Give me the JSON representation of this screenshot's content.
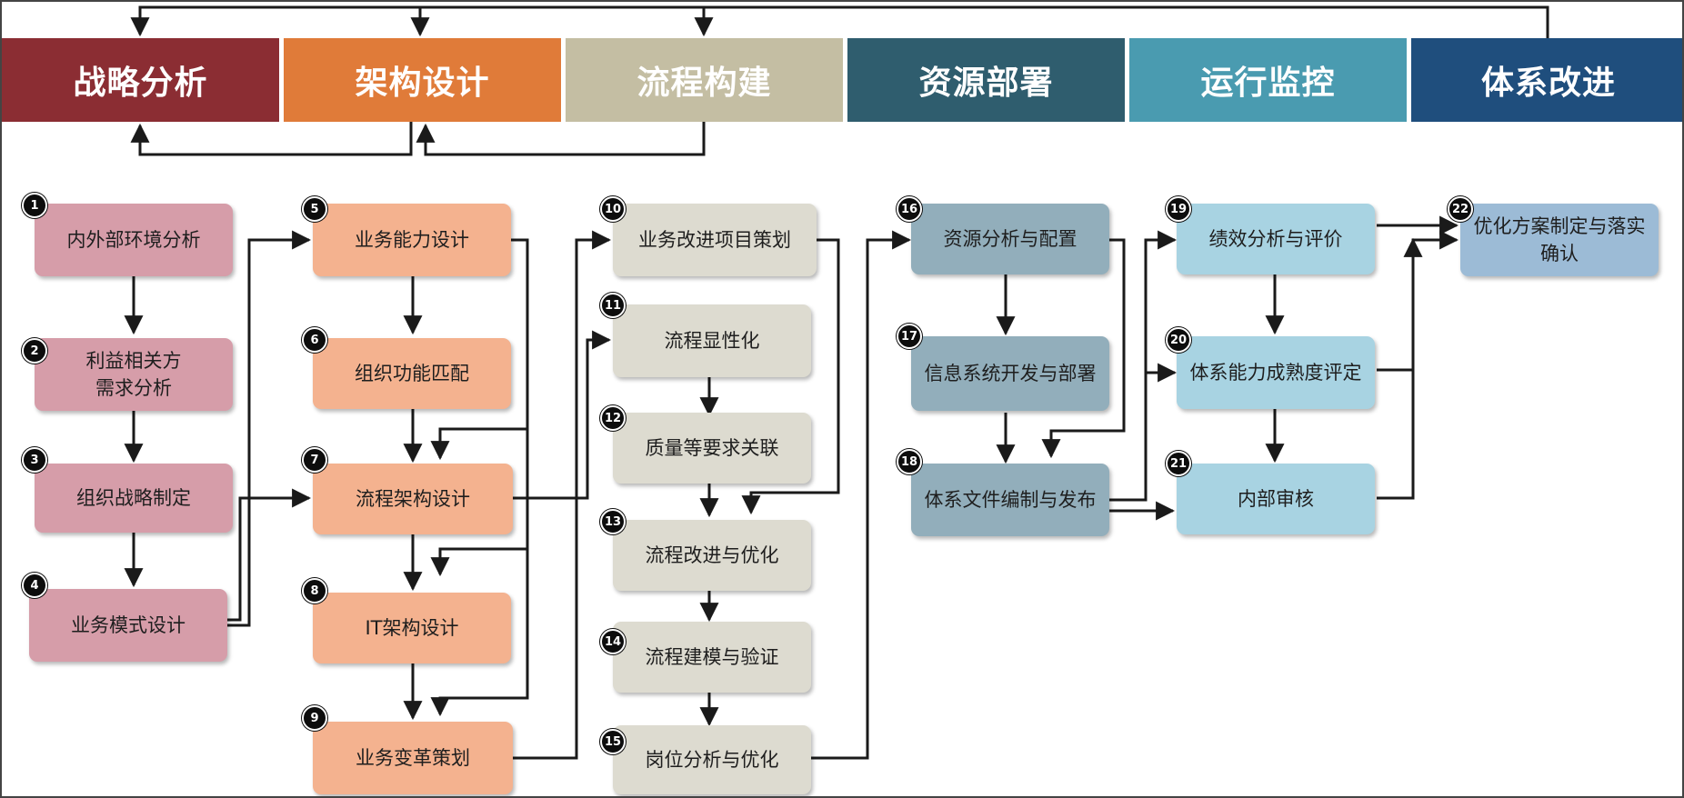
{
  "phases": [
    {
      "label": "战略分析",
      "color": "#8b2d33"
    },
    {
      "label": "架构设计",
      "color": "#e07b39"
    },
    {
      "label": "流程构建",
      "color": "#c4bea3"
    },
    {
      "label": "资源部署",
      "color": "#2f5d6e"
    },
    {
      "label": "运行监控",
      "color": "#4a9bb0"
    },
    {
      "label": "体系改进",
      "color": "#1f4e7d"
    }
  ],
  "step_colors": {
    "strategy": "#d69da9",
    "architecture": "#f4b28f",
    "process": "#dddbd0",
    "resource": "#92aebb",
    "monitor": "#a8d3e2",
    "improve": "#9cbbd6"
  },
  "steps": [
    {
      "num": "1",
      "label": "内外部环境分析"
    },
    {
      "num": "2",
      "label": "利益相关方需求分析"
    },
    {
      "num": "3",
      "label": "组织战略制定"
    },
    {
      "num": "4",
      "label": "业务模式设计"
    },
    {
      "num": "5",
      "label": "业务能力设计"
    },
    {
      "num": "6",
      "label": "组织功能匹配"
    },
    {
      "num": "7",
      "label": "流程架构设计"
    },
    {
      "num": "8",
      "label": "IT架构设计"
    },
    {
      "num": "9",
      "label": "业务变革策划"
    },
    {
      "num": "10",
      "label": "业务改进项目策划"
    },
    {
      "num": "11",
      "label": "流程显性化"
    },
    {
      "num": "12",
      "label": "质量等要求关联"
    },
    {
      "num": "13",
      "label": "流程改进与优化"
    },
    {
      "num": "14",
      "label": "流程建模与验证"
    },
    {
      "num": "15",
      "label": "岗位分析与优化"
    },
    {
      "num": "16",
      "label": "资源分析与配置"
    },
    {
      "num": "17",
      "label": "信息系统开发与部署"
    },
    {
      "num": "18",
      "label": "体系文件编制与发布"
    },
    {
      "num": "19",
      "label": "绩效分析与评价"
    },
    {
      "num": "20",
      "label": "体系能力成熟度评定"
    },
    {
      "num": "21",
      "label": "内部审核"
    },
    {
      "num": "22",
      "label": "优化方案制定与落实确认"
    }
  ]
}
